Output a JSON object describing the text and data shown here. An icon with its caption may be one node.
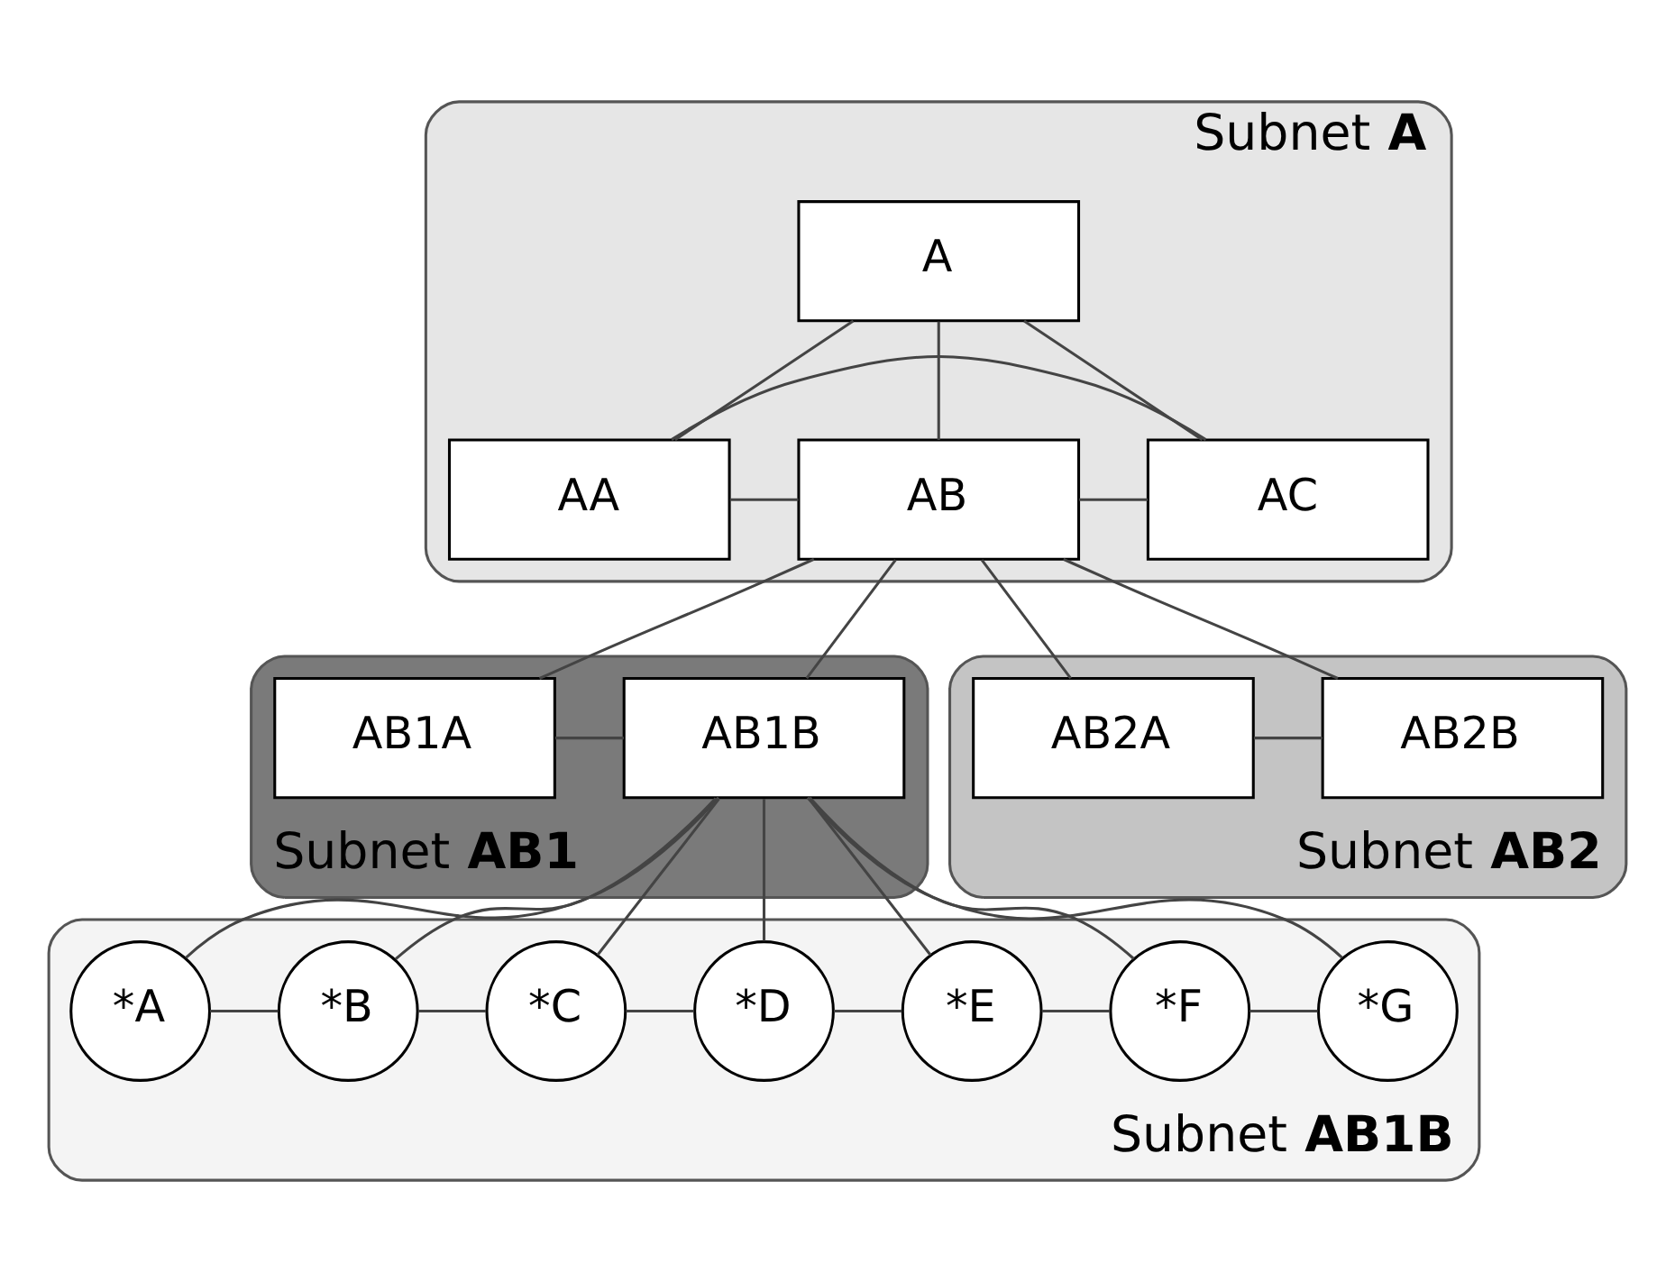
{
  "diagram": {
    "nodes": [
      {
        "text": [
          "Subnet **A**"
        ]
      },
      {
        "text": [
          "A"
        ],
        "in": 0
      },
      {
        "text": [
          "AA"
        ],
        "in": 0
      },
      {
        "text": [
          "AB"
        ],
        "in": 0
      },
      {
        "text": [
          "AC"
        ],
        "in": 0
      },
      {
        "text": [
          "Subnet **AB1**"
        ]
      },
      {
        "text": [
          "AB1A"
        ],
        "in": 5
      },
      {
        "text": [
          "AB1B"
        ],
        "in": 5
      },
      {
        "text": [
          "Subnet **AB2**"
        ]
      },
      {
        "text": [
          "AB2A"
        ],
        "in": 8
      },
      {
        "text": [
          "AB2B"
        ],
        "in": 8
      },
      {
        "text": [
          "Subnet **AB1B**"
        ]
      },
      {
        "text": [
          "*A"
        ],
        "in": 11
      },
      {
        "text": [
          "*B"
        ],
        "in": 11
      },
      {
        "text": [
          "*C"
        ],
        "in": 11
      },
      {
        "text": [
          "*D"
        ],
        "in": 11
      },
      {
        "text": [
          "*E"
        ],
        "in": 11
      },
      {
        "text": [
          "*F"
        ],
        "in": 11
      },
      {
        "text": [
          "*G"
        ],
        "in": 11
      }
    ],
    "edges": [
      {
        "from": 1,
        "to": 2,
        "arrow": "none"
      },
      {
        "from": 1,
        "to": 3,
        "arrow": "none"
      },
      {
        "from": 1,
        "to": 4,
        "arrow": "none"
      },
      {
        "from": 2,
        "to": 4,
        "arrow": "none"
      },
      {
        "from": 2,
        "to": 3,
        "arrow": "none"
      },
      {
        "from": 3,
        "to": 4,
        "arrow": "none"
      },
      {
        "from": 3,
        "to": 6,
        "arrow": "none"
      },
      {
        "from": 3,
        "to": 7,
        "arrow": "none"
      },
      {
        "from": 3,
        "to": 9,
        "arrow": "none"
      },
      {
        "from": 3,
        "to": 10,
        "arrow": "none"
      },
      {
        "from": 6,
        "to": 7,
        "arrow": "none"
      },
      {
        "from": 9,
        "to": 10,
        "arrow": "none"
      },
      {
        "from": 7,
        "to": 12,
        "arrow": "none"
      },
      {
        "from": 7,
        "to": 13,
        "arrow": "none"
      },
      {
        "from": 7,
        "to": 14,
        "arrow": "none"
      },
      {
        "from": 7,
        "to": 15,
        "arrow": "none"
      },
      {
        "from": 7,
        "to": 16,
        "arrow": "none"
      },
      {
        "from": 7,
        "to": 17,
        "arrow": "none"
      },
      {
        "from": 7,
        "to": 18,
        "arrow": "none"
      },
      {
        "from": 12,
        "to": 13,
        "arrow": "none"
      },
      {
        "from": 13,
        "to": 14,
        "arrow": "none"
      },
      {
        "from": 14,
        "to": 15,
        "arrow": "none"
      },
      {
        "from": 15,
        "to": 16,
        "arrow": "none"
      },
      {
        "from": 16,
        "to": 17,
        "arrow": "none"
      },
      {
        "from": 17,
        "to": 18,
        "arrow": "none"
      }
    ]
  }
}
